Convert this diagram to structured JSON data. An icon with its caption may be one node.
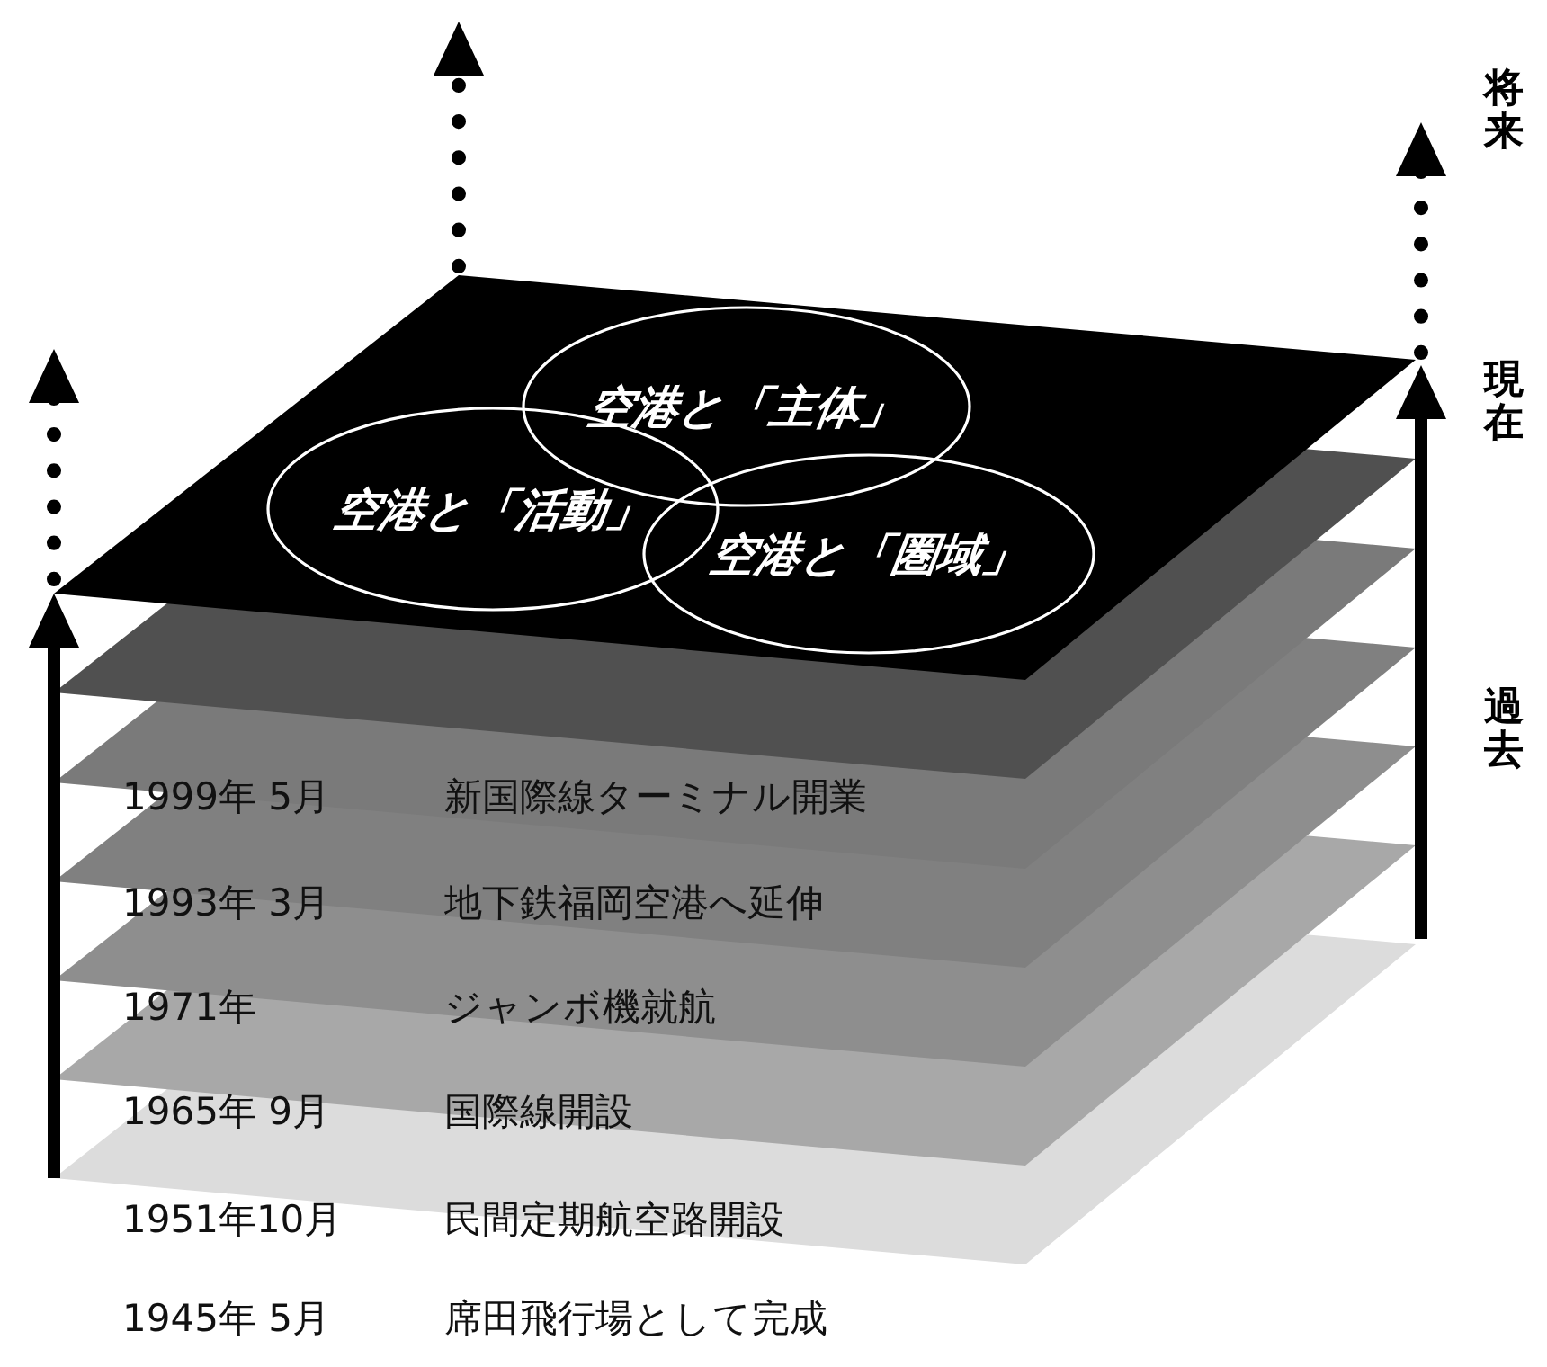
{
  "diagram": {
    "nodes": [
      {
        "text": [
          "空港と「主体」"
        ]
      },
      {
        "text": [
          "空港と「活動」"
        ]
      },
      {
        "text": [
          "空港と「圏域」"
        ]
      }
    ],
    "labels": [
      "将来",
      "現在",
      "過去",
      "1999年 5月",
      "新国際線ターミナル開業",
      "1993年 3月",
      "地下鉄福岡空港へ延伸",
      "1971年",
      "ジャンボ機就航",
      "1965年 9月",
      "国際線開設",
      "1951年10月",
      "民間定期航空路開設",
      "1945年 5月",
      "席田飛行場として完成"
    ]
  }
}
